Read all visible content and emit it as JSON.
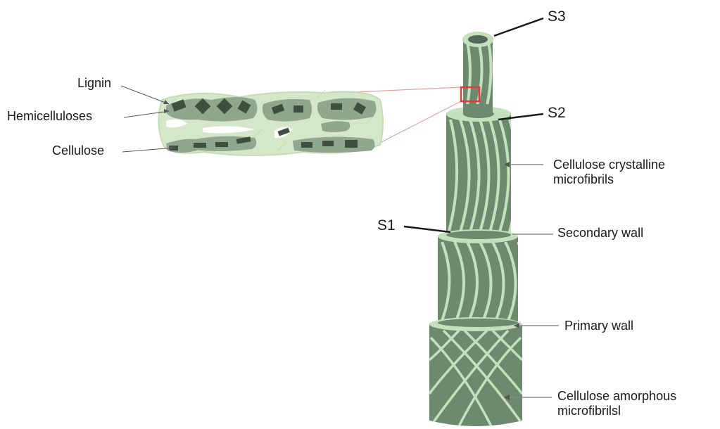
{
  "labels": {
    "s3": "S3",
    "s2": "S2",
    "s1": "S1",
    "lignin": "Lignin",
    "hemicelluloses": "Hemicelluloses",
    "cellulose": "Cellulose",
    "crystalline": "Cellulose crystalline\nmicrofibrils",
    "secondary_wall": "Secondary wall",
    "primary_wall": "Primary wall",
    "amorphous": "Cellulose amorphous\nmicrofibrilsl"
  },
  "colors": {
    "fiber_dark": "#6e8a6e",
    "fiber_light": "#c5e0bd",
    "matrix": "#d4e8c9",
    "block": "#3f4f3f",
    "highlight_box": "#e03a3a",
    "zoom_line": "#e0a0a0",
    "leader": "#1a1a1a",
    "leader_grey": "#8a8a8a"
  }
}
